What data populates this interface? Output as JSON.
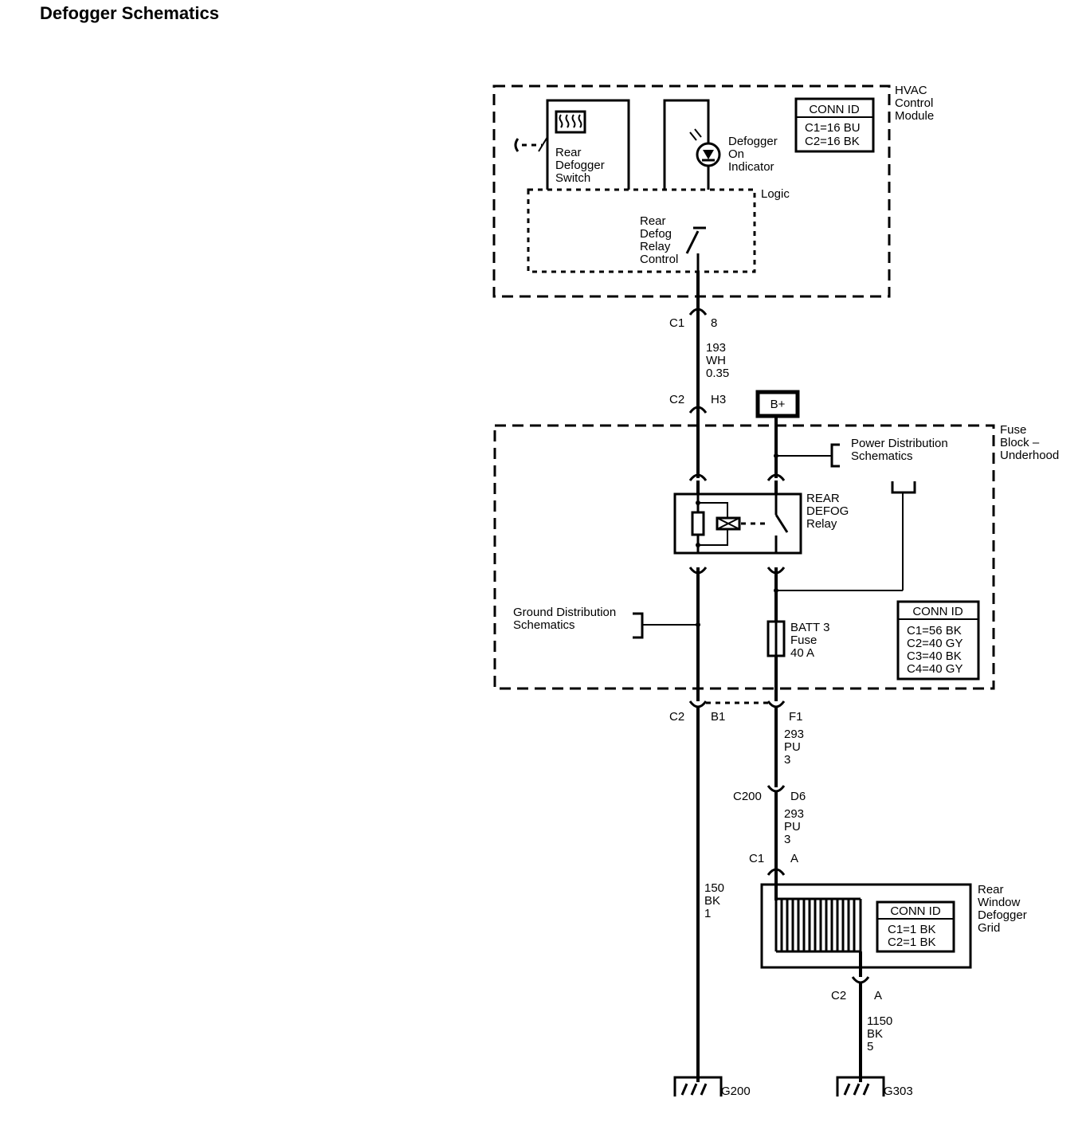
{
  "title": "Defogger Schematics",
  "hvac": {
    "name": [
      "HVAC",
      "Control",
      "Module"
    ],
    "conn_id_title": "CONN ID",
    "conn": [
      "C1=16 BU",
      "C2=16 BK"
    ],
    "switch_label": [
      "Rear",
      "Defogger",
      "Switch"
    ],
    "indicator_label": [
      "Defogger",
      "On",
      "Indicator"
    ],
    "logic_label": "Logic",
    "relay_control_label": [
      "Rear",
      "Defog",
      "Relay",
      "Control"
    ]
  },
  "wire_193": {
    "conn_top": "C1",
    "pin_top": "8",
    "circuit": [
      "193",
      "WH",
      "0.35"
    ],
    "conn_bottom": "C2",
    "pin_bottom": "H3"
  },
  "battery_label": "B+",
  "fuse_block": {
    "name": [
      "Fuse",
      "Block –",
      "Underhood"
    ],
    "power_dist": [
      "Power Distribution",
      "Schematics"
    ],
    "relay_label": [
      "REAR",
      "DEFOG",
      "Relay"
    ],
    "ground_dist": [
      "Ground Distribution",
      "Schematics"
    ],
    "fuse_label": [
      "BATT 3",
      "Fuse",
      "40 A"
    ],
    "conn_id_title": "CONN ID",
    "conn": [
      "C1=56 BK",
      "C2=40 GY",
      "C3=40 BK",
      "C4=40 GY"
    ]
  },
  "lower_left": {
    "conn": "C2",
    "pin": "B1",
    "circuit": [
      "150",
      "BK",
      "1"
    ],
    "ground": "G200"
  },
  "lower_right": {
    "pin_f1": "F1",
    "circuit_1": [
      "293",
      "PU",
      "3"
    ],
    "conn_c200": "C200",
    "pin_d6": "D6",
    "circuit_2": [
      "293",
      "PU",
      "3"
    ],
    "conn_c1": "C1",
    "pin_a1": "A"
  },
  "grid": {
    "name": [
      "Rear",
      "Window",
      "Defogger",
      "Grid"
    ],
    "conn_id_title": "CONN ID",
    "conn": [
      "C1=1 BK",
      "C2=1 BK"
    ],
    "conn_c2": "C2",
    "pin_a2": "A",
    "circuit": [
      "1150",
      "BK",
      "5"
    ],
    "ground": "G303"
  }
}
